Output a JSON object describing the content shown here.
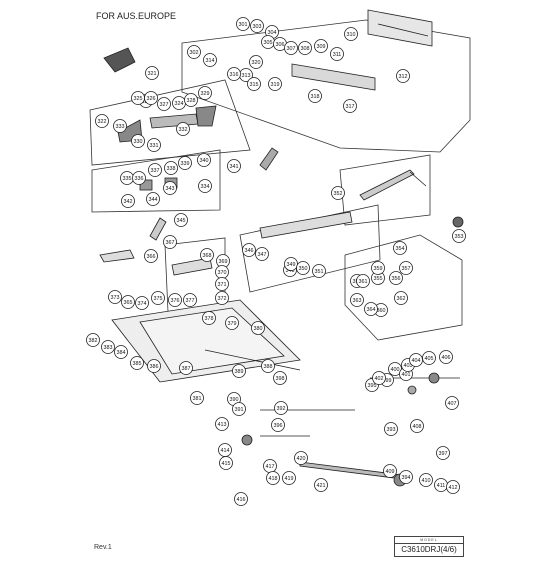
{
  "header": {
    "region_note": "FOR AUS.EUROPE"
  },
  "footer": {
    "revision": "Rev.1",
    "model_label": "MODEL",
    "model_code": "C3610DRJ(4/6)"
  },
  "callouts": [
    {
      "id": "c301",
      "label": "301"
    },
    {
      "id": "c302",
      "label": "302"
    },
    {
      "id": "c303",
      "label": "303"
    },
    {
      "id": "c304",
      "label": "304"
    },
    {
      "id": "c305",
      "label": "305"
    },
    {
      "id": "c306",
      "label": "306"
    },
    {
      "id": "c307",
      "label": "307"
    },
    {
      "id": "c308",
      "label": "308"
    },
    {
      "id": "c309",
      "label": "309"
    },
    {
      "id": "c310",
      "label": "310"
    },
    {
      "id": "c311",
      "label": "311"
    },
    {
      "id": "c312",
      "label": "312"
    },
    {
      "id": "c313",
      "label": "313"
    },
    {
      "id": "c314",
      "label": "314"
    },
    {
      "id": "c315",
      "label": "315"
    },
    {
      "id": "c316",
      "label": "316"
    },
    {
      "id": "c317",
      "label": "317"
    },
    {
      "id": "c318",
      "label": "318"
    },
    {
      "id": "c319",
      "label": "319"
    },
    {
      "id": "c320",
      "label": "320"
    },
    {
      "id": "c321",
      "label": "321"
    },
    {
      "id": "c322",
      "label": "322"
    },
    {
      "id": "c323",
      "label": "323"
    },
    {
      "id": "c324",
      "label": "324"
    },
    {
      "id": "c325",
      "label": "325"
    },
    {
      "id": "c326",
      "label": "326"
    },
    {
      "id": "c327",
      "label": "327"
    },
    {
      "id": "c328",
      "label": "328"
    },
    {
      "id": "c329",
      "label": "329"
    },
    {
      "id": "c330",
      "label": "330"
    },
    {
      "id": "c331",
      "label": "331"
    },
    {
      "id": "c332",
      "label": "332"
    },
    {
      "id": "c333",
      "label": "333"
    },
    {
      "id": "c334",
      "label": "334"
    },
    {
      "id": "c335",
      "label": "335"
    },
    {
      "id": "c336",
      "label": "336"
    },
    {
      "id": "c337",
      "label": "337"
    },
    {
      "id": "c338",
      "label": "338"
    },
    {
      "id": "c339",
      "label": "339"
    },
    {
      "id": "c340",
      "label": "340"
    },
    {
      "id": "c341",
      "label": "341"
    },
    {
      "id": "c342",
      "label": "342"
    },
    {
      "id": "c343",
      "label": "343"
    },
    {
      "id": "c344",
      "label": "344"
    },
    {
      "id": "c345",
      "label": "345"
    },
    {
      "id": "c346",
      "label": "346"
    },
    {
      "id": "c347",
      "label": "347"
    },
    {
      "id": "c348",
      "label": "348"
    },
    {
      "id": "c349",
      "label": "349"
    },
    {
      "id": "c350",
      "label": "350"
    },
    {
      "id": "c351",
      "label": "351"
    },
    {
      "id": "c352",
      "label": "352"
    },
    {
      "id": "c353",
      "label": "353"
    },
    {
      "id": "c354",
      "label": "354"
    },
    {
      "id": "c355",
      "label": "355"
    },
    {
      "id": "c356",
      "label": "356"
    },
    {
      "id": "c357",
      "label": "357"
    },
    {
      "id": "c358",
      "label": "358"
    },
    {
      "id": "c359",
      "label": "359"
    },
    {
      "id": "c360",
      "label": "360"
    },
    {
      "id": "c361",
      "label": "361"
    },
    {
      "id": "c362",
      "label": "362"
    },
    {
      "id": "c363",
      "label": "363"
    },
    {
      "id": "c364",
      "label": "364"
    },
    {
      "id": "c365",
      "label": "365"
    },
    {
      "id": "c366",
      "label": "366"
    },
    {
      "id": "c367",
      "label": "367"
    },
    {
      "id": "c368",
      "label": "368"
    },
    {
      "id": "c369",
      "label": "369"
    },
    {
      "id": "c370",
      "label": "370"
    },
    {
      "id": "c371",
      "label": "371"
    },
    {
      "id": "c372",
      "label": "372"
    },
    {
      "id": "c373",
      "label": "373"
    },
    {
      "id": "c374",
      "label": "374"
    },
    {
      "id": "c375",
      "label": "375"
    },
    {
      "id": "c376",
      "label": "376"
    },
    {
      "id": "c377",
      "label": "377"
    },
    {
      "id": "c378",
      "label": "378"
    },
    {
      "id": "c379",
      "label": "379"
    },
    {
      "id": "c380",
      "label": "380"
    },
    {
      "id": "c381",
      "label": "381"
    },
    {
      "id": "c382",
      "label": "382"
    },
    {
      "id": "c383",
      "label": "383"
    },
    {
      "id": "c384",
      "label": "384"
    },
    {
      "id": "c385",
      "label": "385"
    },
    {
      "id": "c386",
      "label": "386"
    },
    {
      "id": "c387",
      "label": "387"
    },
    {
      "id": "c388",
      "label": "388"
    },
    {
      "id": "c389",
      "label": "389"
    },
    {
      "id": "c390",
      "label": "390"
    },
    {
      "id": "c391",
      "label": "391"
    },
    {
      "id": "c392",
      "label": "392"
    },
    {
      "id": "c393",
      "label": "393"
    },
    {
      "id": "c394",
      "label": "394"
    },
    {
      "id": "c395",
      "label": "395"
    },
    {
      "id": "c396",
      "label": "396"
    },
    {
      "id": "c397",
      "label": "397"
    },
    {
      "id": "c398",
      "label": "398"
    },
    {
      "id": "c399",
      "label": "399"
    },
    {
      "id": "c400",
      "label": "400"
    },
    {
      "id": "c401",
      "label": "401"
    },
    {
      "id": "c402",
      "label": "402"
    },
    {
      "id": "c403",
      "label": "403"
    },
    {
      "id": "c404",
      "label": "404"
    },
    {
      "id": "c405",
      "label": "405"
    },
    {
      "id": "c406",
      "label": "406"
    },
    {
      "id": "c407",
      "label": "407"
    },
    {
      "id": "c408",
      "label": "408"
    },
    {
      "id": "c409",
      "label": "409"
    },
    {
      "id": "c410",
      "label": "410"
    },
    {
      "id": "c411",
      "label": "411"
    },
    {
      "id": "c412",
      "label": "412"
    },
    {
      "id": "c413",
      "label": "413"
    },
    {
      "id": "c414",
      "label": "414"
    },
    {
      "id": "c415",
      "label": "415"
    },
    {
      "id": "c416",
      "label": "416"
    },
    {
      "id": "c417",
      "label": "417"
    },
    {
      "id": "c418",
      "label": "418"
    },
    {
      "id": "c419",
      "label": "419"
    },
    {
      "id": "c420",
      "label": "420"
    },
    {
      "id": "c421",
      "label": "421"
    }
  ]
}
